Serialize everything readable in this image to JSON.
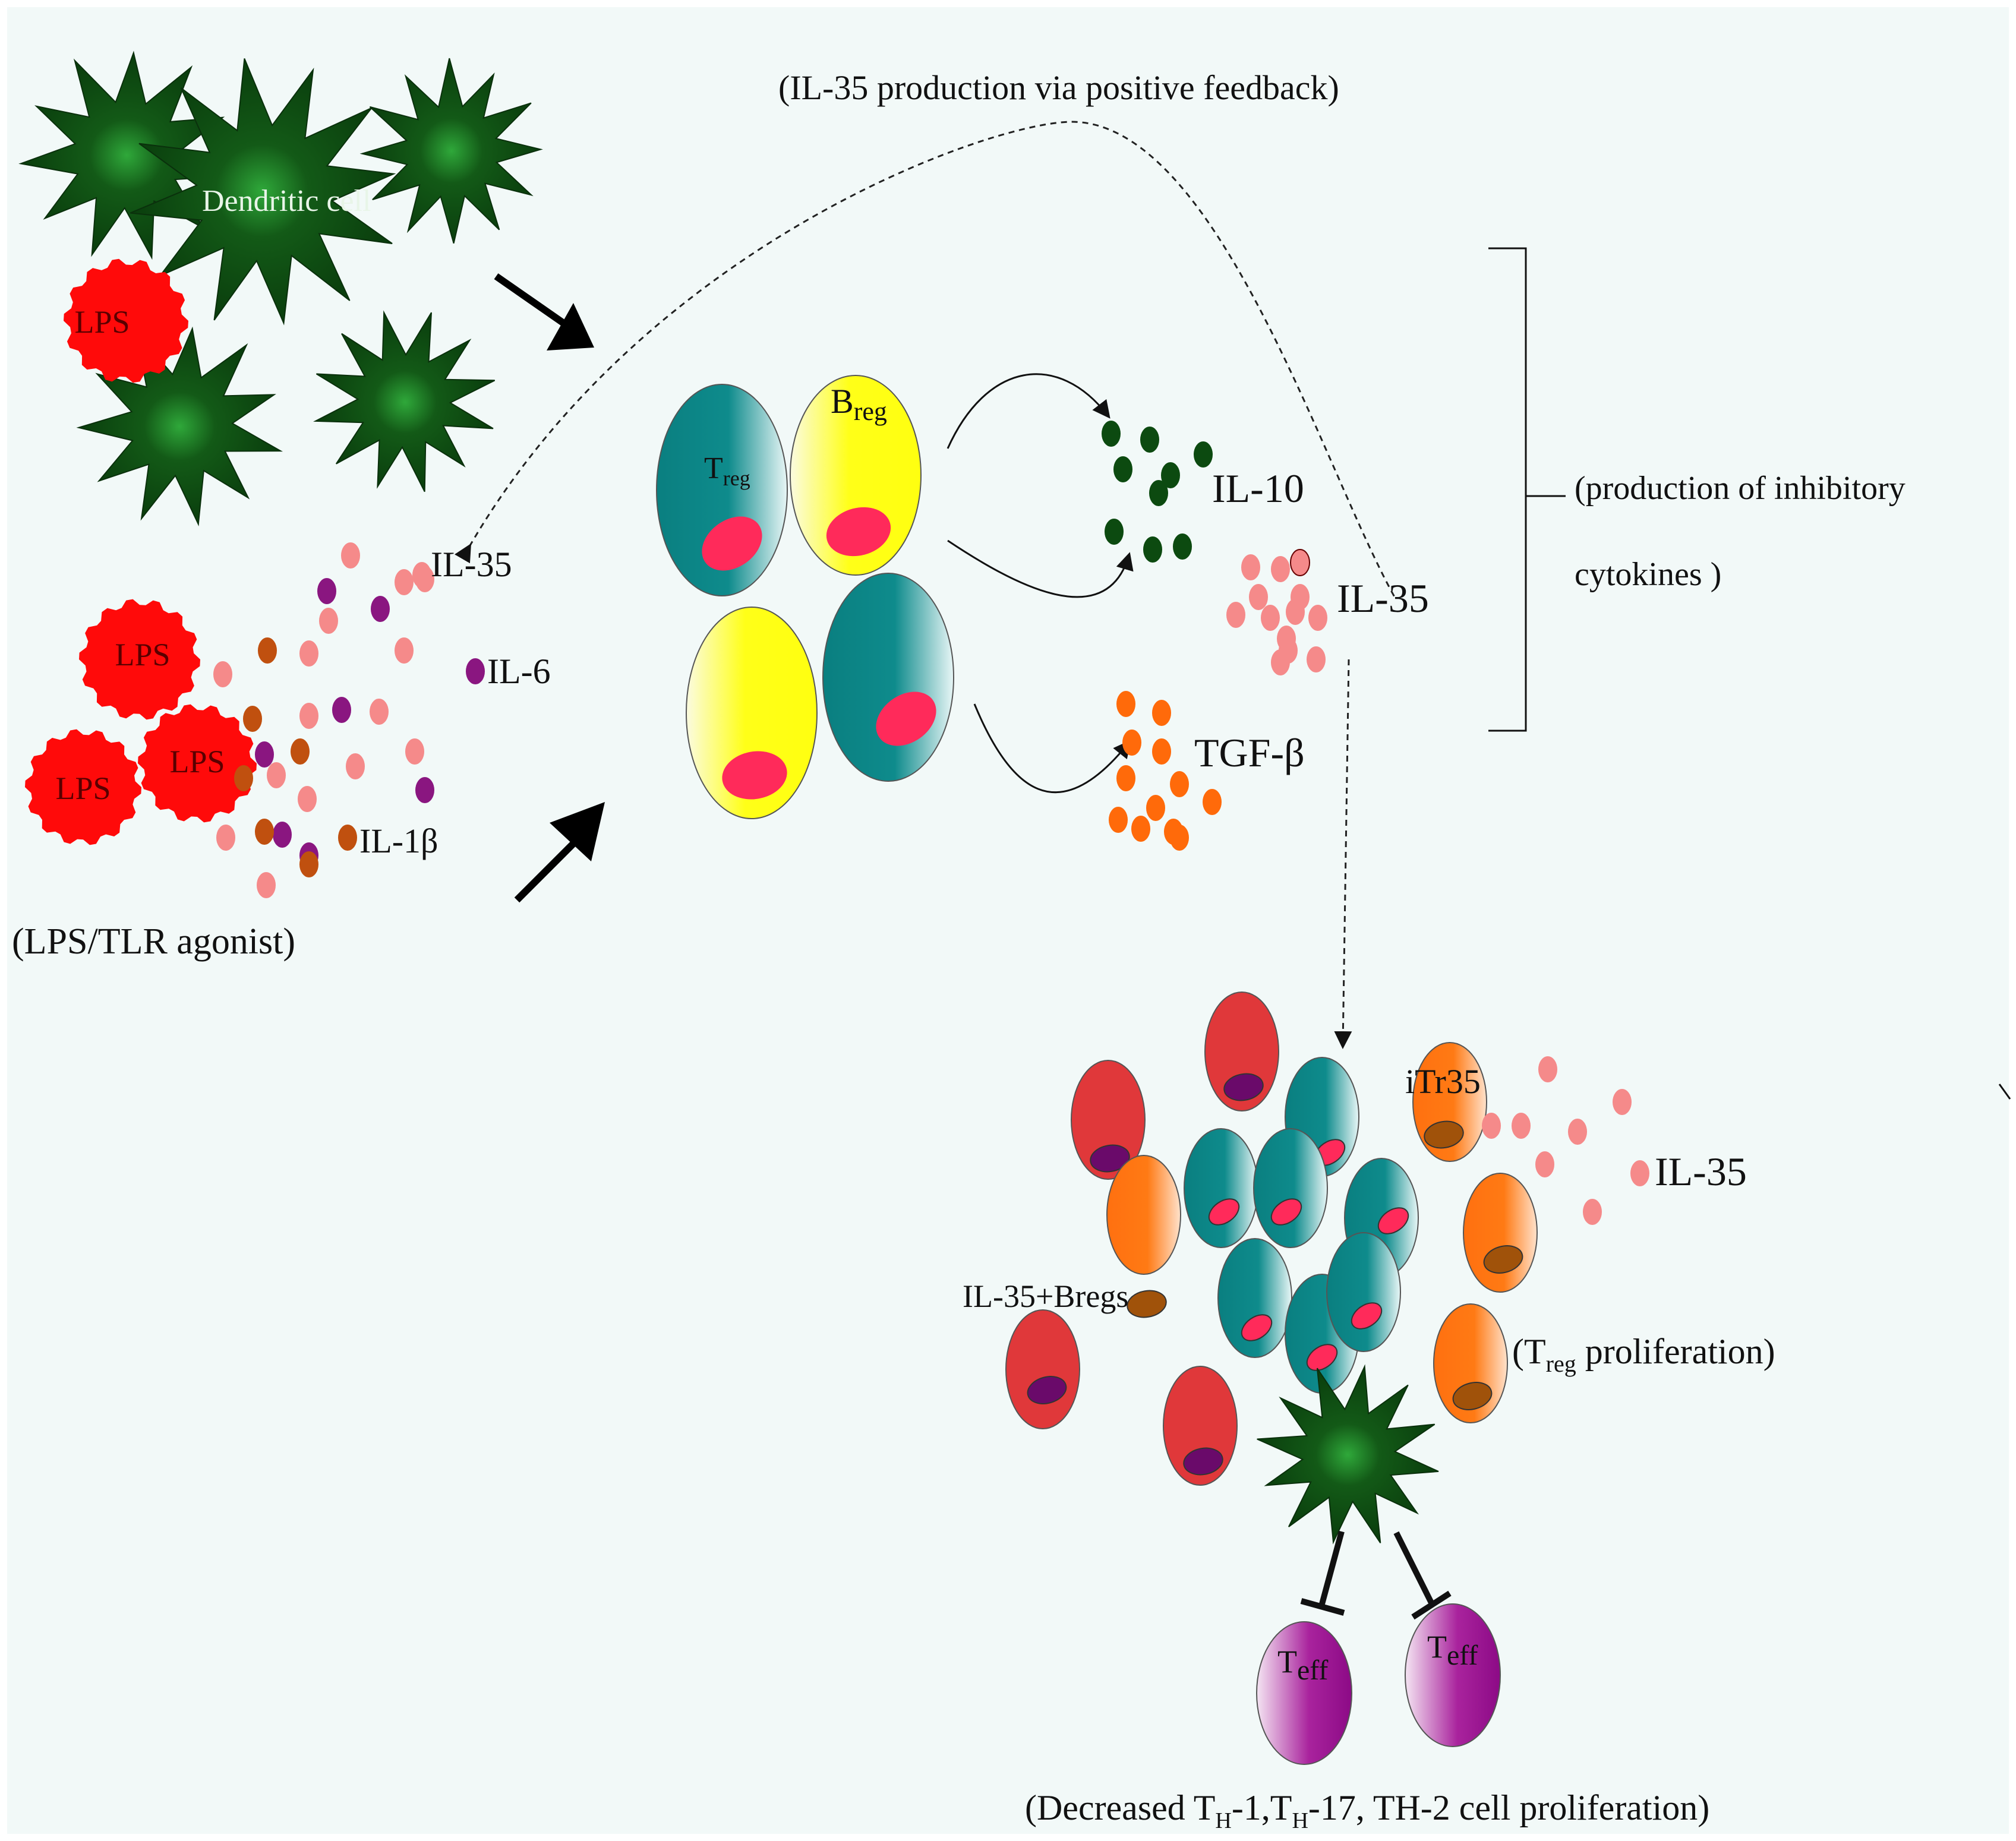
{
  "colors": {
    "background": "#f2f9f8",
    "dendritic": "#0e4a10",
    "lps": "#ff0a0a",
    "il35_dot": "#f58a8a",
    "il6_dot": "#8a1680",
    "il1b_dot": "#c0500f",
    "il10_dot": "#0c4a10",
    "tgfb_dot": "#ff6a0a",
    "treg": "#0a8a8a",
    "breg": "#ffff10",
    "nucleus": "#ff2a5a",
    "red_cell": "#e0383a",
    "orange_cell": "#ff7a12",
    "teff": "#9a1090"
  },
  "labels": {
    "feedback": "(IL-35 production via positive feedback)",
    "dendritic_cell": "Dendritic cell",
    "lps": "LPS",
    "il35_left": "IL-35",
    "il6": "IL-6",
    "il1b": "IL-1β",
    "agonist": "(LPS/TLR agonist)",
    "treg_main": "T",
    "treg_sub": "reg",
    "breg_main": "B",
    "breg_sub": "reg",
    "il10": "IL-10",
    "il35_mid": "IL-35",
    "tgfb": "TGF-β",
    "inhibitory_line1": "(production of inhibitory",
    "inhibitory_line2": "cytokines )",
    "itr35": "iTr35",
    "il35_right": "IL-35",
    "il35_bregs": "IL-35+Bregs",
    "treg_prolif_open": "(T",
    "treg_prolif_sub": "reg",
    "treg_prolif_rest": " proliferation)",
    "teff_main": "T",
    "teff_sub": "eff",
    "decreased_1": "(Decreased T",
    "decreased_sub_h": "H",
    "decreased_2": "-1,T",
    "decreased_3": "-17, TH-2 cell proliferation)"
  },
  "icons": [
    "dendritic-cell-icon",
    "lps-particle-icon",
    "treg-cell-icon",
    "breg-cell-icon",
    "teff-cell-icon",
    "arrow-icon",
    "inhibition-icon"
  ]
}
